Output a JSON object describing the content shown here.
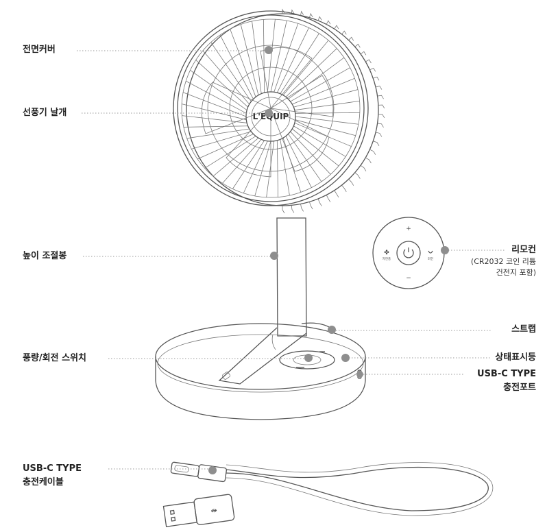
{
  "labels": {
    "front_cover": "전면커버",
    "fan_blade": "선풍기 날개",
    "height_pole": "높이 조절봉",
    "remote": "리모컨",
    "remote_note_1": "(CR2032 코인 리튬",
    "remote_note_2": "건전지 포함)",
    "strap": "스트랩",
    "switch": "풍량/회전 스위치",
    "status_light": "상태표시등",
    "usb_port_1": "USB-C TYPE",
    "usb_port_2": "충전포트",
    "usb_cable_1": "USB-C TYPE",
    "usb_cable_2": "충전케이블"
  },
  "brand": "L'EQUIP",
  "remote_buttons": {
    "plus": "+",
    "minus": "−",
    "natural": "자연풍",
    "rotate": "회전"
  },
  "colors": {
    "marker": "#8e8e8e",
    "line": "#555555",
    "leader": "#999999"
  }
}
